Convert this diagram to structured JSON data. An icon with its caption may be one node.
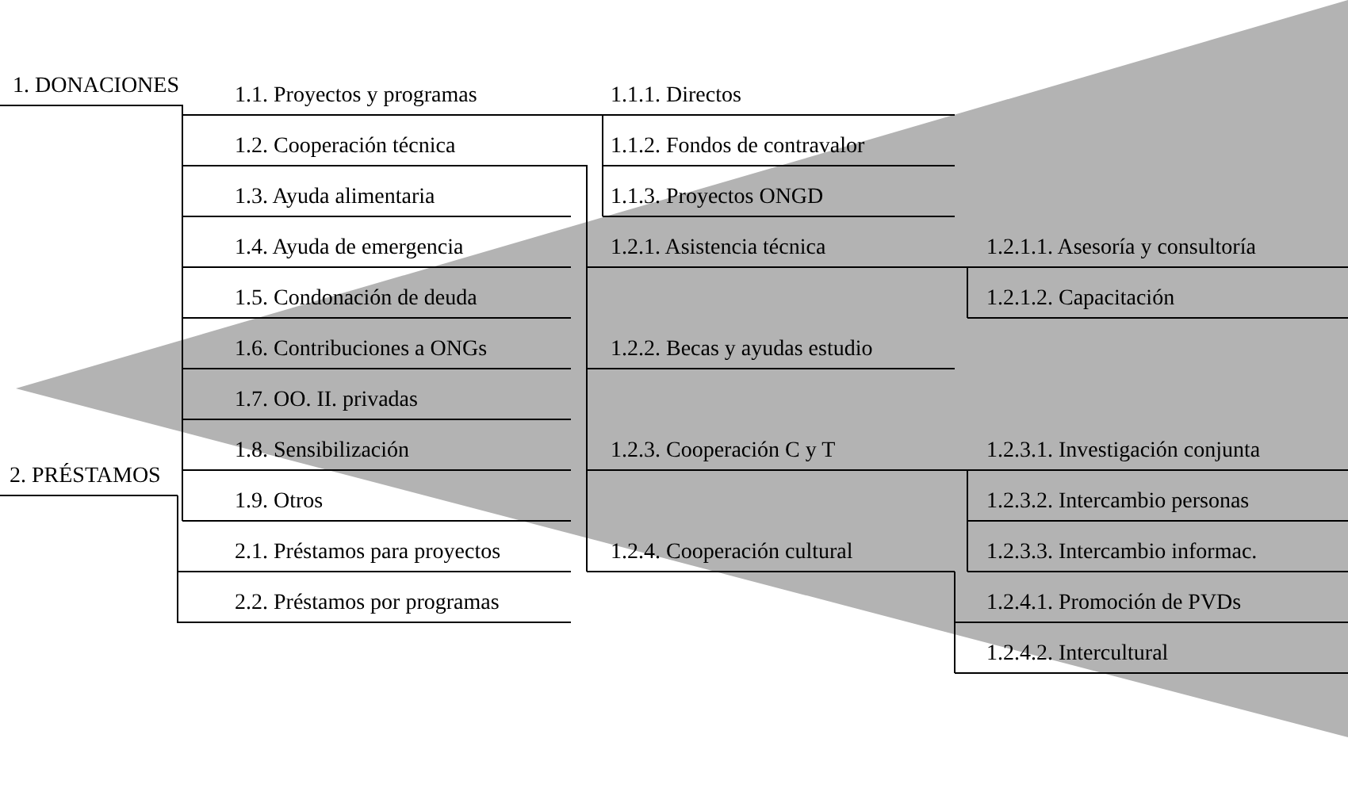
{
  "diagram": {
    "nodes": [
      {
        "text": [
          "1. DONACIONES"
        ]
      },
      {
        "text": [
          "2. PRÉSTAMOS"
        ]
      },
      {
        "text": [
          "1.1. Proyectos y programas"
        ]
      },
      {
        "text": [
          "1.2. Cooperación técnica"
        ]
      },
      {
        "text": [
          "1.3. Ayuda alimentaria"
        ]
      },
      {
        "text": [
          "1.4. Ayuda de emergencia"
        ]
      },
      {
        "text": [
          "1.5. Condonación de deuda"
        ]
      },
      {
        "text": [
          "1.6. Contribuciones a ONGs"
        ]
      },
      {
        "text": [
          "1.7. OO. II. privadas"
        ]
      },
      {
        "text": [
          "1.8. Sensibilización"
        ]
      },
      {
        "text": [
          "1.9. Otros"
        ]
      },
      {
        "text": [
          "2.1. Préstamos para proyectos"
        ]
      },
      {
        "text": [
          "2.2. Préstamos por programas"
        ]
      },
      {
        "text": [
          "1.1.1. Directos"
        ]
      },
      {
        "text": [
          "1.1.2. Fondos de contravalor"
        ]
      },
      {
        "text": [
          "1.1.3. Proyectos ONGD"
        ]
      },
      {
        "text": [
          "1.2.1. Asistencia técnica"
        ]
      },
      {
        "text": [
          "1.2.2. Becas y ayudas estudio"
        ]
      },
      {
        "text": [
          "1.2.3. Cooperación C y T"
        ]
      },
      {
        "text": [
          "1.2.4. Cooperación cultural"
        ]
      },
      {
        "text": [
          "1.2.1.1. Asesoría y consultoría"
        ]
      },
      {
        "text": [
          "1.2.1.2. Capacitación"
        ]
      },
      {
        "text": [
          "1.2.3.1. Investigación conjunta"
        ]
      },
      {
        "text": [
          "1.2.3.2. Intercambio personas"
        ]
      },
      {
        "text": [
          "1.2.3.3. Intercambio informac."
        ]
      },
      {
        "text": [
          "1.2.4.1. Promoción de PVDs"
        ]
      },
      {
        "text": [
          "1.2.4.2. Intercultural"
        ]
      }
    ],
    "edges": [
      {
        "from": 0,
        "to": 2,
        "arrow": "none"
      },
      {
        "from": 0,
        "to": 3,
        "arrow": "none"
      },
      {
        "from": 0,
        "to": 4,
        "arrow": "none"
      },
      {
        "from": 0,
        "to": 5,
        "arrow": "none"
      },
      {
        "from": 0,
        "to": 6,
        "arrow": "none"
      },
      {
        "from": 0,
        "to": 7,
        "arrow": "none"
      },
      {
        "from": 0,
        "to": 8,
        "arrow": "none"
      },
      {
        "from": 0,
        "to": 9,
        "arrow": "none"
      },
      {
        "from": 0,
        "to": 10,
        "arrow": "none"
      },
      {
        "from": 1,
        "to": 11,
        "arrow": "none"
      },
      {
        "from": 1,
        "to": 12,
        "arrow": "none"
      },
      {
        "from": 2,
        "to": 13,
        "arrow": "none"
      },
      {
        "from": 2,
        "to": 14,
        "arrow": "none"
      },
      {
        "from": 2,
        "to": 15,
        "arrow": "none"
      },
      {
        "from": 3,
        "to": 16,
        "arrow": "none"
      },
      {
        "from": 3,
        "to": 17,
        "arrow": "none"
      },
      {
        "from": 3,
        "to": 18,
        "arrow": "none"
      },
      {
        "from": 3,
        "to": 19,
        "arrow": "none"
      },
      {
        "from": 16,
        "to": 20,
        "arrow": "none"
      },
      {
        "from": 16,
        "to": 21,
        "arrow": "none"
      },
      {
        "from": 18,
        "to": 22,
        "arrow": "none"
      },
      {
        "from": 18,
        "to": 23,
        "arrow": "none"
      },
      {
        "from": 18,
        "to": 24,
        "arrow": "none"
      },
      {
        "from": 19,
        "to": 25,
        "arrow": "none"
      },
      {
        "from": 19,
        "to": 26,
        "arrow": "none"
      }
    ]
  }
}
